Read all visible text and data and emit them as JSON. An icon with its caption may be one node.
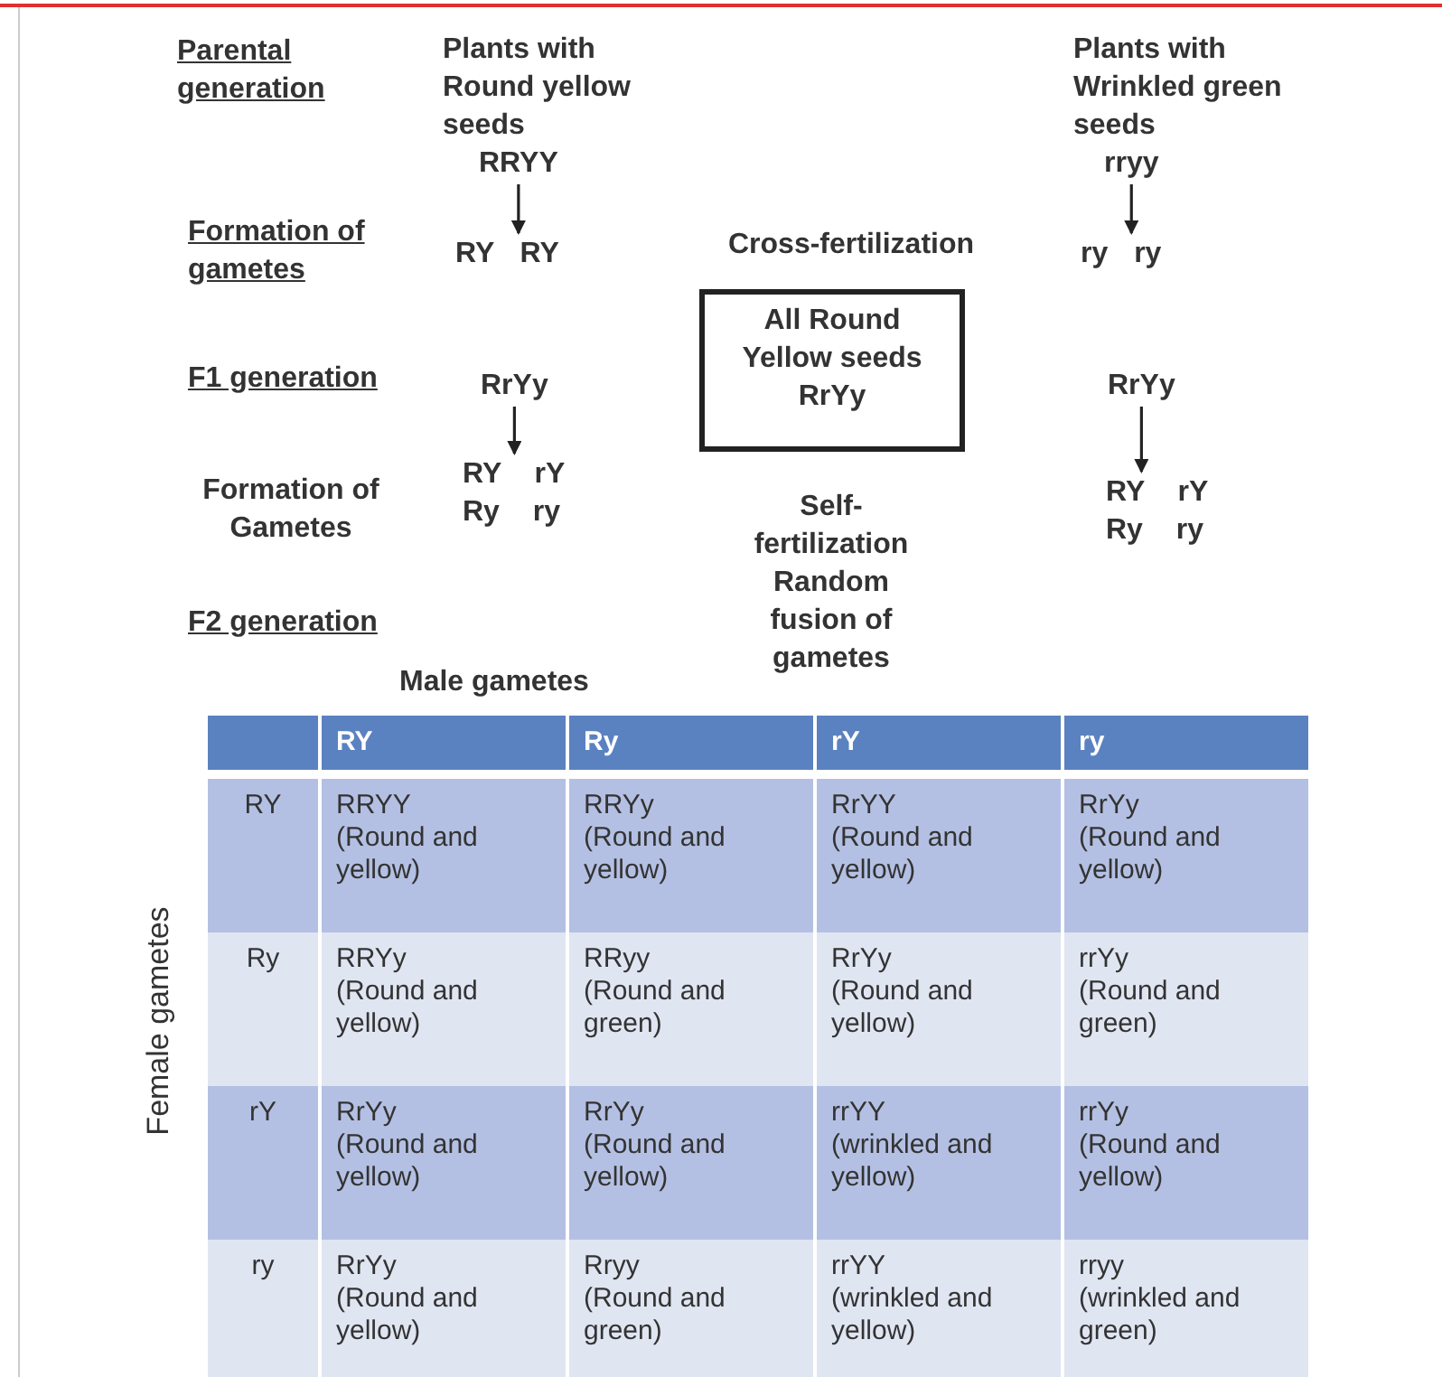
{
  "diagram": {
    "nodes": [
      {
        "text": [
          "Plants with Round yellow seeds",
          "RRYY"
        ]
      },
      {
        "text": [
          "RY RY"
        ]
      },
      {
        "text": [
          "Plants with Wrinkled green seeds",
          "rryy"
        ]
      },
      {
        "text": [
          "ry ry"
        ]
      },
      {
        "text": [
          "All Round Yellow seeds RrYy"
        ]
      },
      {
        "text": [
          "RrYy"
        ]
      },
      {
        "text": [
          "RY rY Ry ry"
        ]
      },
      {
        "text": [
          "RrYy"
        ]
      },
      {
        "text": [
          "RY rY Ry ry"
        ]
      }
    ],
    "edges": [
      {
        "from": 0,
        "to": 1,
        "arrow": "to"
      },
      {
        "from": 2,
        "to": 3,
        "arrow": "to"
      },
      {
        "from": 5,
        "to": 6,
        "arrow": "to"
      },
      {
        "from": 7,
        "to": 8,
        "arrow": "to"
      }
    ],
    "labels": [
      "Parental generation",
      "Formation of gametes",
      "Cross-fertilization",
      "F1 generation",
      "Formation of Gametes",
      "Self-fertilization Random fusion of gametes",
      "F2 generation",
      "Male gametes",
      "Female gametes",
      "RY",
      "Ry",
      "rY",
      "ry",
      "RY",
      "RRYY (Round and yellow)",
      "RRYy (Round and yellow)",
      "RrYY (Round and yellow)",
      "RrYy (Round and yellow)",
      "Ry",
      "RRYy (Round and yellow)",
      "RRyy (Round and green)",
      "RrYy (Round and yellow)",
      "rrYy (Round and green)",
      "rY",
      "RrYy (Round and yellow)",
      "RrYy (Round and yellow)",
      "rrYY (wrinkled and yellow)",
      "rrYy (Round and yellow)",
      "ry",
      "RrYy (Round and yellow)",
      "Rryy (Round and green)",
      "rrYY (wrinkled and yellow)",
      "rryy (wrinkled and green)"
    ]
  }
}
